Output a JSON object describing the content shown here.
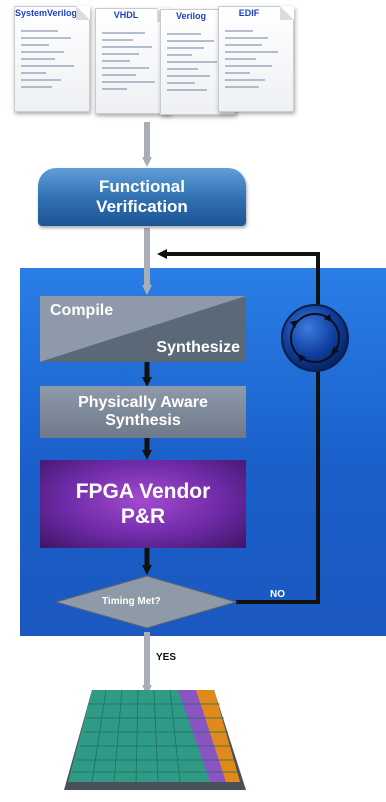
{
  "documents": [
    {
      "label": "SystemVerilog"
    },
    {
      "label": "VHDL"
    },
    {
      "label": "Verilog"
    },
    {
      "label": "EDIF"
    }
  ],
  "steps": {
    "functional_verification": "Functional\nVerification",
    "compile": "Compile",
    "synthesize": "Synthesize",
    "physically_aware_synthesis": "Physically Aware\nSynthesis",
    "fpga_vendor_pr": "FPGA Vendor\nP&R",
    "timing_met": "Timing Met?"
  },
  "branches": {
    "no": "NO",
    "yes": "YES"
  },
  "colors": {
    "panel_blue": "#1f6fd6",
    "step_gray": "#7d8896",
    "purple": "#6a2fa0",
    "arrow_gray": "#a9aeb6"
  }
}
